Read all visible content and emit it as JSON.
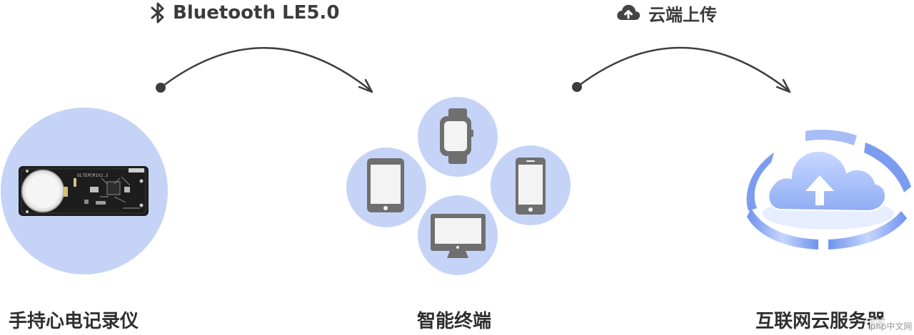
{
  "links": {
    "bluetooth": {
      "icon": "bluetooth-icon",
      "label": "Bluetooth LE5.0"
    },
    "cloud": {
      "icon": "cloud-upload-icon",
      "label": "云端上传"
    }
  },
  "nodes": {
    "recorder": {
      "label": "手持心电记录仪",
      "board_text": "OLTEPCM1V2.3",
      "icon": "ecg-recorder-board-image"
    },
    "terminal": {
      "label": "智能终端",
      "devices": [
        "smartwatch-icon",
        "tablet-icon",
        "smartphone-icon",
        "desktop-monitor-icon"
      ]
    },
    "server": {
      "label": "互联网云服务器",
      "icon": "cloud-server-icon"
    }
  },
  "watermark": "php中文网",
  "colors": {
    "circle_fill": "#c5d3f7",
    "device_gray": "#6f6f6f",
    "screen_fill": "#f3f3f3",
    "arrow": "#3d3d3d",
    "server_blue": "#7ea2ee",
    "server_light": "#dbe6ff"
  }
}
